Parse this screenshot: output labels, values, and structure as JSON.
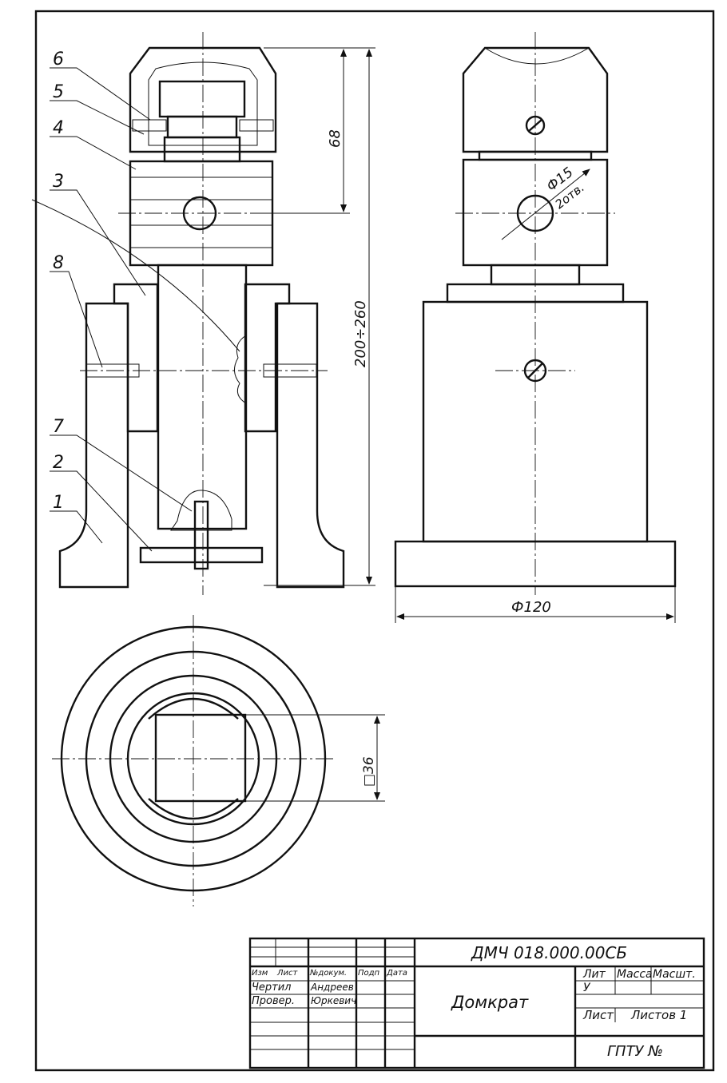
{
  "drawing": {
    "callouts": [
      "6",
      "5",
      "4",
      "3",
      "8",
      "7",
      "2",
      "1"
    ],
    "dimensions": {
      "head_height": "68",
      "total_height": "200÷260",
      "base_diameter": "Ф120",
      "hole_diameter": "Ф15",
      "hole_count": "2отв.",
      "square_size": "□36"
    }
  },
  "title_block": {
    "document_code": "ДМЧ 018.000.00СБ",
    "part_name": "Домкрат",
    "headers": {
      "izm": "Изм",
      "list": "Лист",
      "doc_no": "№докум.",
      "sign": "Подп",
      "date": "Дата"
    },
    "rows": [
      {
        "role": "Чертил",
        "name": "Андреев"
      },
      {
        "role": "Провер.",
        "name": "Юркевич"
      }
    ],
    "lit_label": "Лит",
    "mass_label": "Масса",
    "scale_label": "Масшт.",
    "lit_value": "У",
    "sheet_label": "Лист",
    "sheets_label": "Листов 1",
    "organization": "ГПТУ №"
  }
}
